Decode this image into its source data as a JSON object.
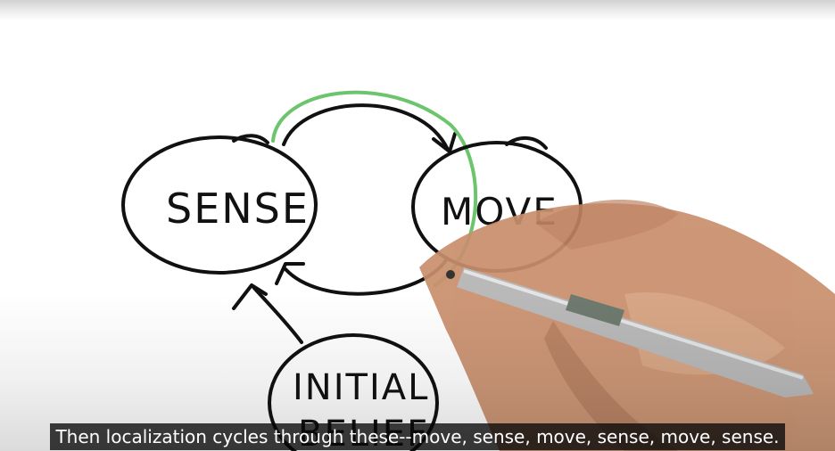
{
  "video": {
    "caption": "Then localization cycles through these--move, sense, move, sense, move, sense.",
    "diagram": {
      "nodes": {
        "sense": "SENSE",
        "move": "MOVE",
        "initial_belief_line1": "INITIAL",
        "initial_belief_line2": "BELIEF"
      },
      "colors": {
        "ink": "#111111",
        "highlight_arrow": "#6cc56c",
        "skin": "#c98f6c",
        "pen": "#b9b9b9"
      }
    }
  }
}
